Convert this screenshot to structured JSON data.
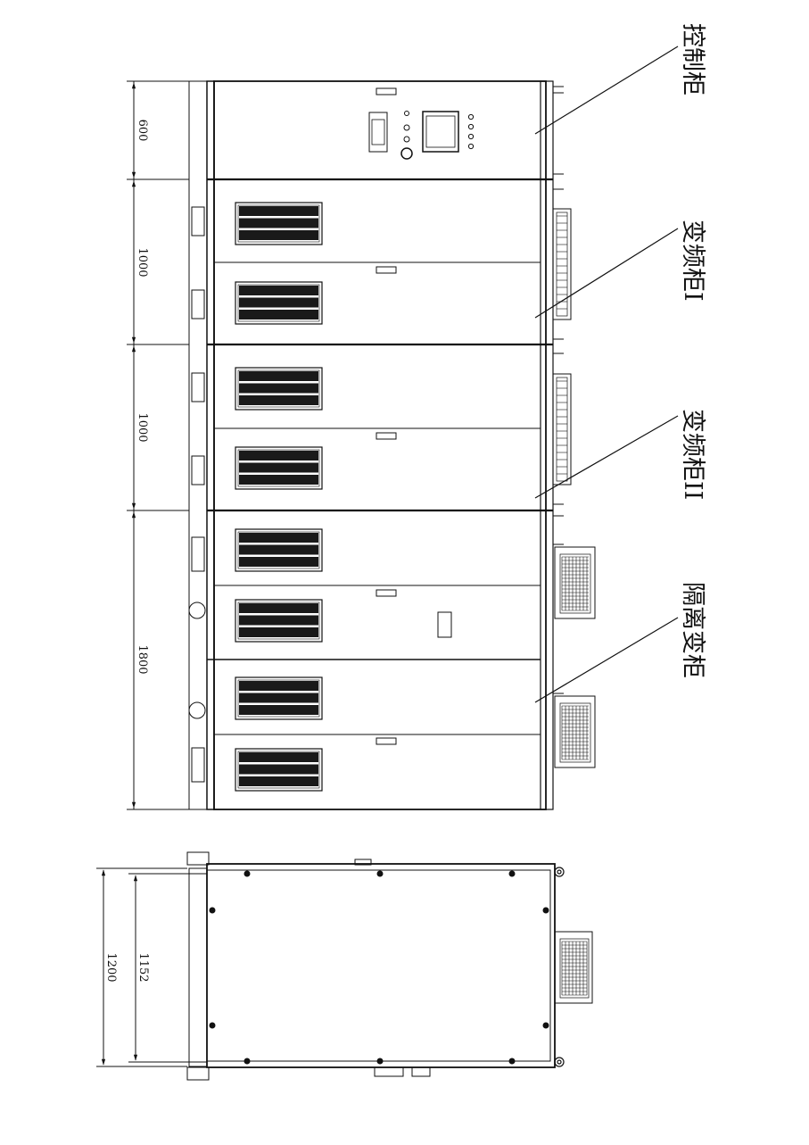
{
  "labels": {
    "control": "控制柜",
    "vfd1": "变频柜I",
    "vfd2": "变频柜II",
    "isolation": "隔离变柜"
  },
  "dimensions": {
    "control_width": "600",
    "vfd1_width": "1000",
    "vfd2_width": "1000",
    "isolation_width": "1800",
    "depth_overall": "1200",
    "depth_body": "1152"
  },
  "colors": {
    "line": "#111111",
    "background": "#ffffff"
  }
}
